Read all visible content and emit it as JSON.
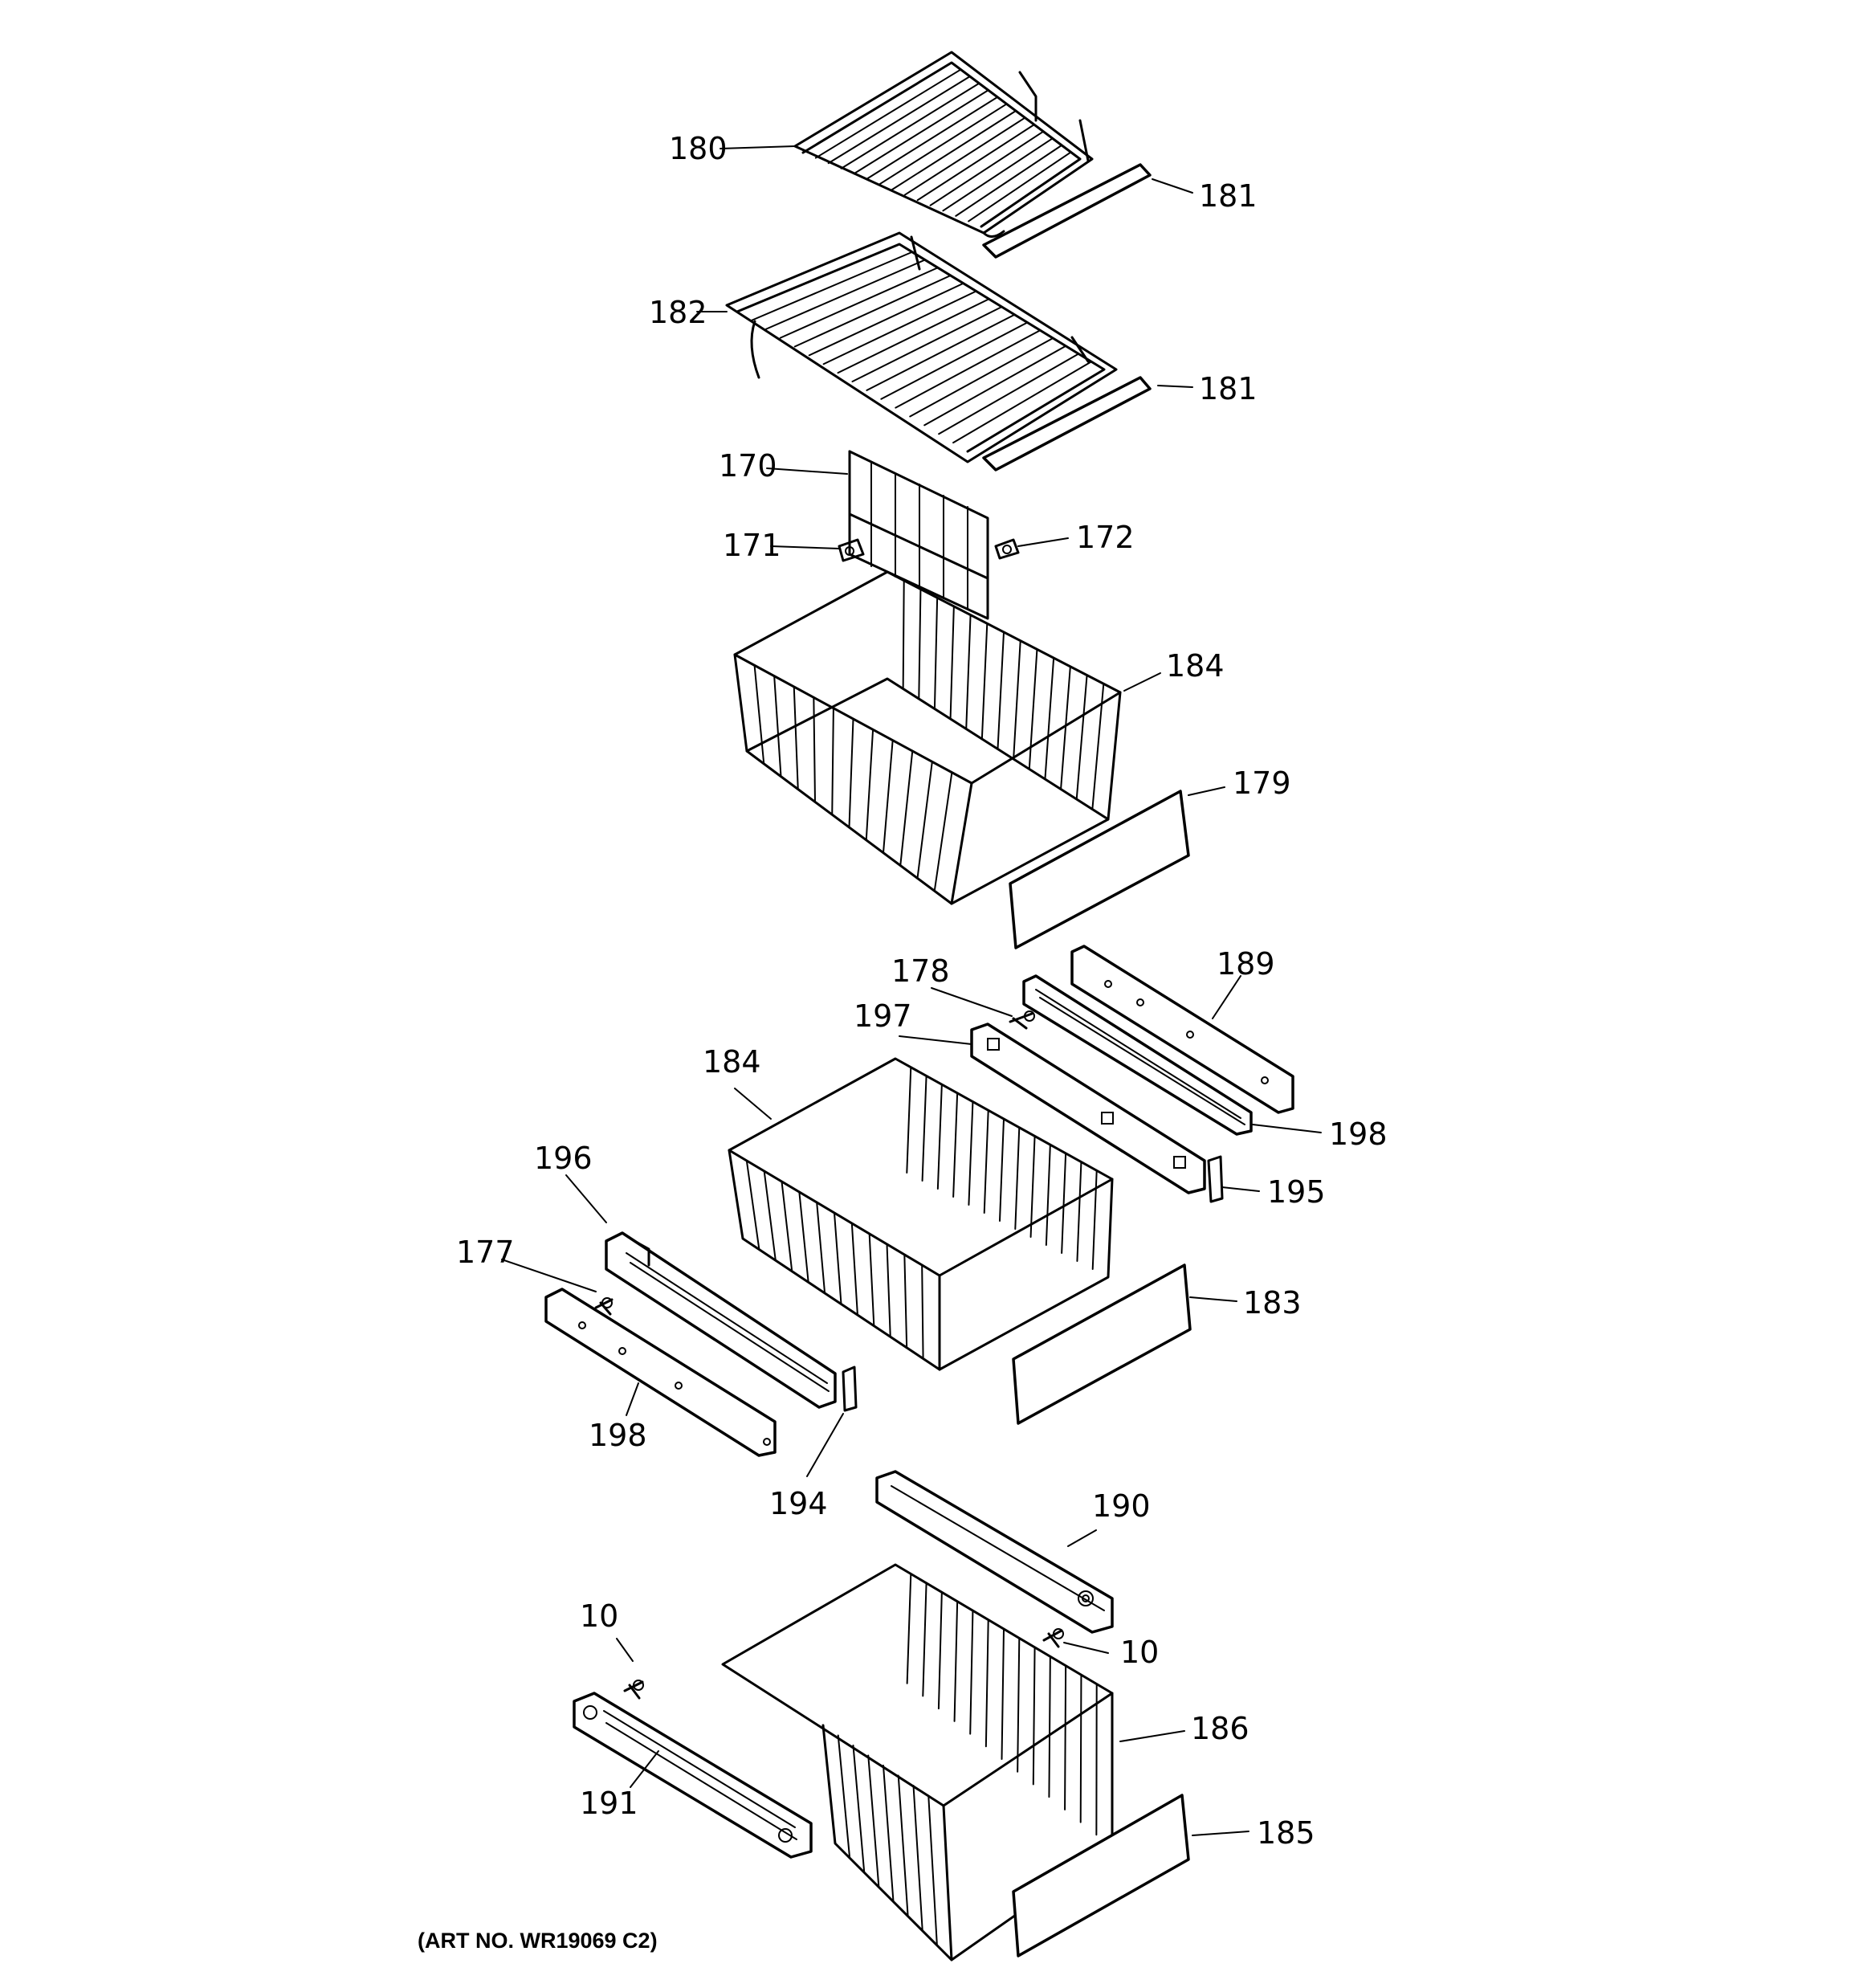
{
  "parts": [
    {
      "id": "180",
      "label": "180"
    },
    {
      "id": "181a",
      "label": "181"
    },
    {
      "id": "182",
      "label": "182"
    },
    {
      "id": "181b",
      "label": "181"
    },
    {
      "id": "170",
      "label": "170"
    },
    {
      "id": "171",
      "label": "171"
    },
    {
      "id": "172",
      "label": "172"
    },
    {
      "id": "184a",
      "label": "184"
    },
    {
      "id": "179",
      "label": "179"
    },
    {
      "id": "178",
      "label": "178"
    },
    {
      "id": "189",
      "label": "189"
    },
    {
      "id": "197",
      "label": "197"
    },
    {
      "id": "184b",
      "label": "184"
    },
    {
      "id": "198a",
      "label": "198"
    },
    {
      "id": "196",
      "label": "196"
    },
    {
      "id": "195",
      "label": "195"
    },
    {
      "id": "177",
      "label": "177"
    },
    {
      "id": "183",
      "label": "183"
    },
    {
      "id": "198b",
      "label": "198"
    },
    {
      "id": "194",
      "label": "194"
    },
    {
      "id": "190",
      "label": "190"
    },
    {
      "id": "10a",
      "label": "10"
    },
    {
      "id": "10b",
      "label": "10"
    },
    {
      "id": "186",
      "label": "186"
    },
    {
      "id": "191",
      "label": "191"
    },
    {
      "id": "185",
      "label": "185"
    }
  ],
  "art_number": "(ART NO. WR19069 C2)"
}
